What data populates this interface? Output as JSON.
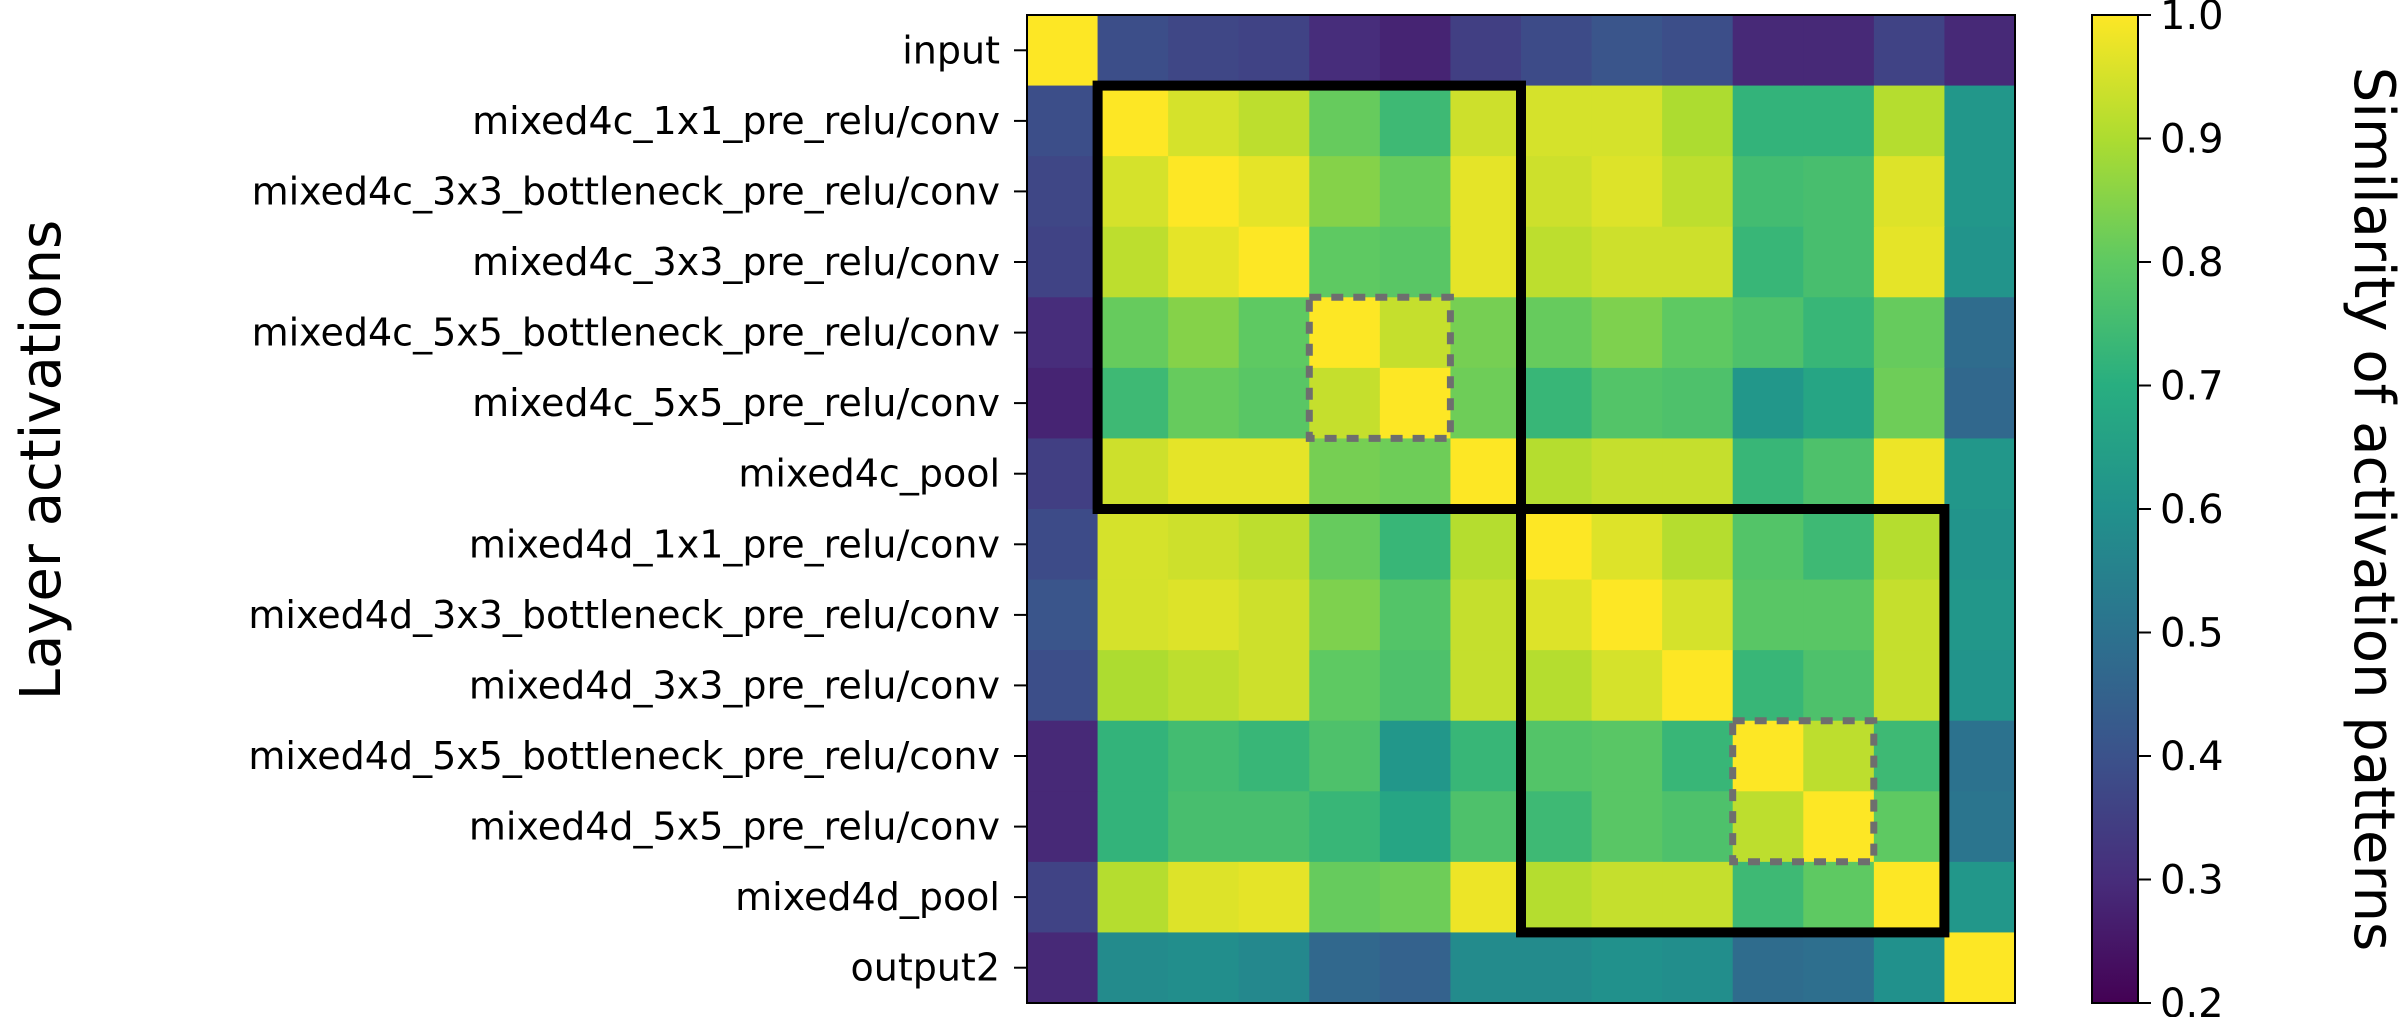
{
  "chart_data": {
    "type": "heatmap",
    "ylabel": "Layer activations",
    "row_labels": [
      "input",
      "mixed4c_1x1_pre_relu/conv",
      "mixed4c_3x3_bottleneck_pre_relu/conv",
      "mixed4c_3x3_pre_relu/conv",
      "mixed4c_5x5_bottleneck_pre_relu/conv",
      "mixed4c_5x5_pre_relu/conv",
      "mixed4c_pool",
      "mixed4d_1x1_pre_relu/conv",
      "mixed4d_3x3_bottleneck_pre_relu/conv",
      "mixed4d_3x3_pre_relu/conv",
      "mixed4d_5x5_bottleneck_pre_relu/conv",
      "mixed4d_5x5_pre_relu/conv",
      "mixed4d_pool",
      "output2"
    ],
    "values": [
      [
        1.0,
        0.39,
        0.37,
        0.36,
        0.3,
        0.28,
        0.35,
        0.38,
        0.41,
        0.39,
        0.29,
        0.29,
        0.36,
        0.29
      ],
      [
        0.39,
        1.0,
        0.95,
        0.92,
        0.81,
        0.74,
        0.94,
        0.95,
        0.95,
        0.9,
        0.72,
        0.72,
        0.91,
        0.62
      ],
      [
        0.37,
        0.95,
        1.0,
        0.97,
        0.85,
        0.81,
        0.97,
        0.94,
        0.96,
        0.92,
        0.75,
        0.76,
        0.96,
        0.62
      ],
      [
        0.36,
        0.92,
        0.97,
        1.0,
        0.8,
        0.79,
        0.97,
        0.92,
        0.94,
        0.94,
        0.73,
        0.76,
        0.97,
        0.61
      ],
      [
        0.3,
        0.81,
        0.85,
        0.8,
        1.0,
        0.93,
        0.83,
        0.81,
        0.84,
        0.8,
        0.77,
        0.73,
        0.81,
        0.48
      ],
      [
        0.28,
        0.74,
        0.81,
        0.79,
        0.93,
        1.0,
        0.82,
        0.73,
        0.78,
        0.77,
        0.62,
        0.67,
        0.82,
        0.47
      ],
      [
        0.35,
        0.94,
        0.97,
        0.97,
        0.83,
        0.82,
        1.0,
        0.91,
        0.93,
        0.93,
        0.73,
        0.77,
        0.98,
        0.62
      ],
      [
        0.38,
        0.95,
        0.94,
        0.92,
        0.81,
        0.73,
        0.91,
        1.0,
        0.96,
        0.91,
        0.78,
        0.74,
        0.91,
        0.61
      ],
      [
        0.41,
        0.95,
        0.96,
        0.94,
        0.84,
        0.78,
        0.93,
        0.96,
        1.0,
        0.95,
        0.79,
        0.79,
        0.93,
        0.62
      ],
      [
        0.39,
        0.9,
        0.92,
        0.94,
        0.8,
        0.77,
        0.93,
        0.91,
        0.95,
        1.0,
        0.73,
        0.77,
        0.93,
        0.61
      ],
      [
        0.29,
        0.72,
        0.75,
        0.73,
        0.77,
        0.62,
        0.73,
        0.78,
        0.79,
        0.73,
        1.0,
        0.92,
        0.74,
        0.5
      ],
      [
        0.29,
        0.72,
        0.76,
        0.76,
        0.73,
        0.67,
        0.77,
        0.74,
        0.79,
        0.77,
        0.92,
        1.0,
        0.8,
        0.51
      ],
      [
        0.36,
        0.91,
        0.96,
        0.97,
        0.81,
        0.82,
        0.98,
        0.91,
        0.93,
        0.93,
        0.74,
        0.8,
        1.0,
        0.62
      ],
      [
        0.29,
        0.58,
        0.59,
        0.57,
        0.47,
        0.45,
        0.58,
        0.58,
        0.6,
        0.59,
        0.48,
        0.49,
        0.6,
        1.0
      ]
    ],
    "colorbar": {
      "label": "Similarity of activation patterns",
      "range": [
        0.2,
        1.0
      ],
      "ticks": [
        "0.2",
        "0.3",
        "0.4",
        "0.5",
        "0.6",
        "0.7",
        "0.8",
        "0.9",
        "1.0"
      ],
      "colormap": "viridis"
    },
    "highlight_groups": [
      {
        "style": "solid",
        "color": "#000000",
        "rows": [
          1,
          6
        ],
        "cols": [
          1,
          6
        ]
      },
      {
        "style": "solid",
        "color": "#000000",
        "rows": [
          7,
          12
        ],
        "cols": [
          7,
          12
        ]
      },
      {
        "style": "dashed",
        "color": "#6e6e6e",
        "rows": [
          4,
          5
        ],
        "cols": [
          4,
          5
        ]
      },
      {
        "style": "dashed",
        "color": "#6e6e6e",
        "rows": [
          10,
          11
        ],
        "cols": [
          10,
          11
        ]
      }
    ]
  }
}
